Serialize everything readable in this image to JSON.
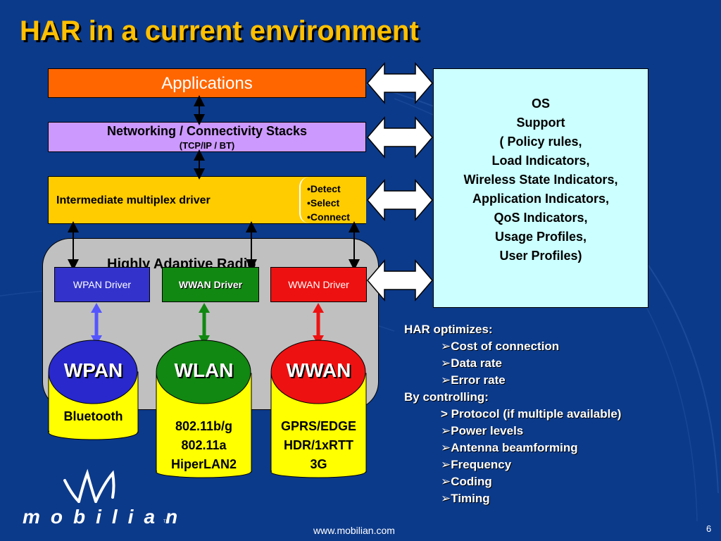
{
  "slide": {
    "title": "HAR in a current environment",
    "page_number": "6",
    "footer_url": "www.mobilian.com",
    "logo_text": "mobilian",
    "logo_tm": "TM"
  },
  "stack": {
    "applications": "Applications",
    "networking_title": "Networking / Connectivity Stacks",
    "networking_sub": "(TCP/IP / BT)",
    "multiplex": "Intermediate multiplex driver",
    "multiplex_items": [
      "•Detect",
      "•Select",
      "•Connect"
    ]
  },
  "har": {
    "label": "Highly Adaptive   Radio",
    "drivers": [
      "WPAN Driver",
      "WWAN Driver",
      "WWAN Driver"
    ]
  },
  "radios": [
    {
      "name": "WPAN",
      "lines": [
        "Bluetooth"
      ]
    },
    {
      "name": "WLAN",
      "lines": [
        "802.11b/g",
        "802.11a",
        "HiperLAN2"
      ]
    },
    {
      "name": "WWAN",
      "lines": [
        "GPRS/EDGE",
        "HDR/1xRTT",
        "3G"
      ]
    }
  ],
  "os_support": {
    "lines": [
      "OS",
      "Support",
      "( Policy rules,",
      "Load Indicators,",
      "Wireless State Indicators,",
      "Application Indicators,",
      "QoS Indicators,",
      "Usage Profiles,",
      "User Profiles)"
    ]
  },
  "optimizes": {
    "heading": "HAR optimizes:",
    "items": [
      "➢Cost of connection",
      "➢Data rate",
      "➢Error rate"
    ],
    "controlling_heading": "By controlling:",
    "controlling_items": [
      "> Protocol (if multiple available)",
      "➢Power levels",
      "➢Antenna beamforming",
      "➢Frequency",
      "➢Coding",
      "➢Timing"
    ]
  },
  "colors": {
    "background": "#0c3a8a",
    "title": "#ffc000",
    "applications": "#ff6600",
    "networking": "#cc99ff",
    "multiplex": "#ffcc00",
    "os_box": "#ccffff",
    "wpan": "#3333cc",
    "wlan": "#118811",
    "wwan": "#ee1111",
    "cylinder_body": "#ffff00"
  }
}
